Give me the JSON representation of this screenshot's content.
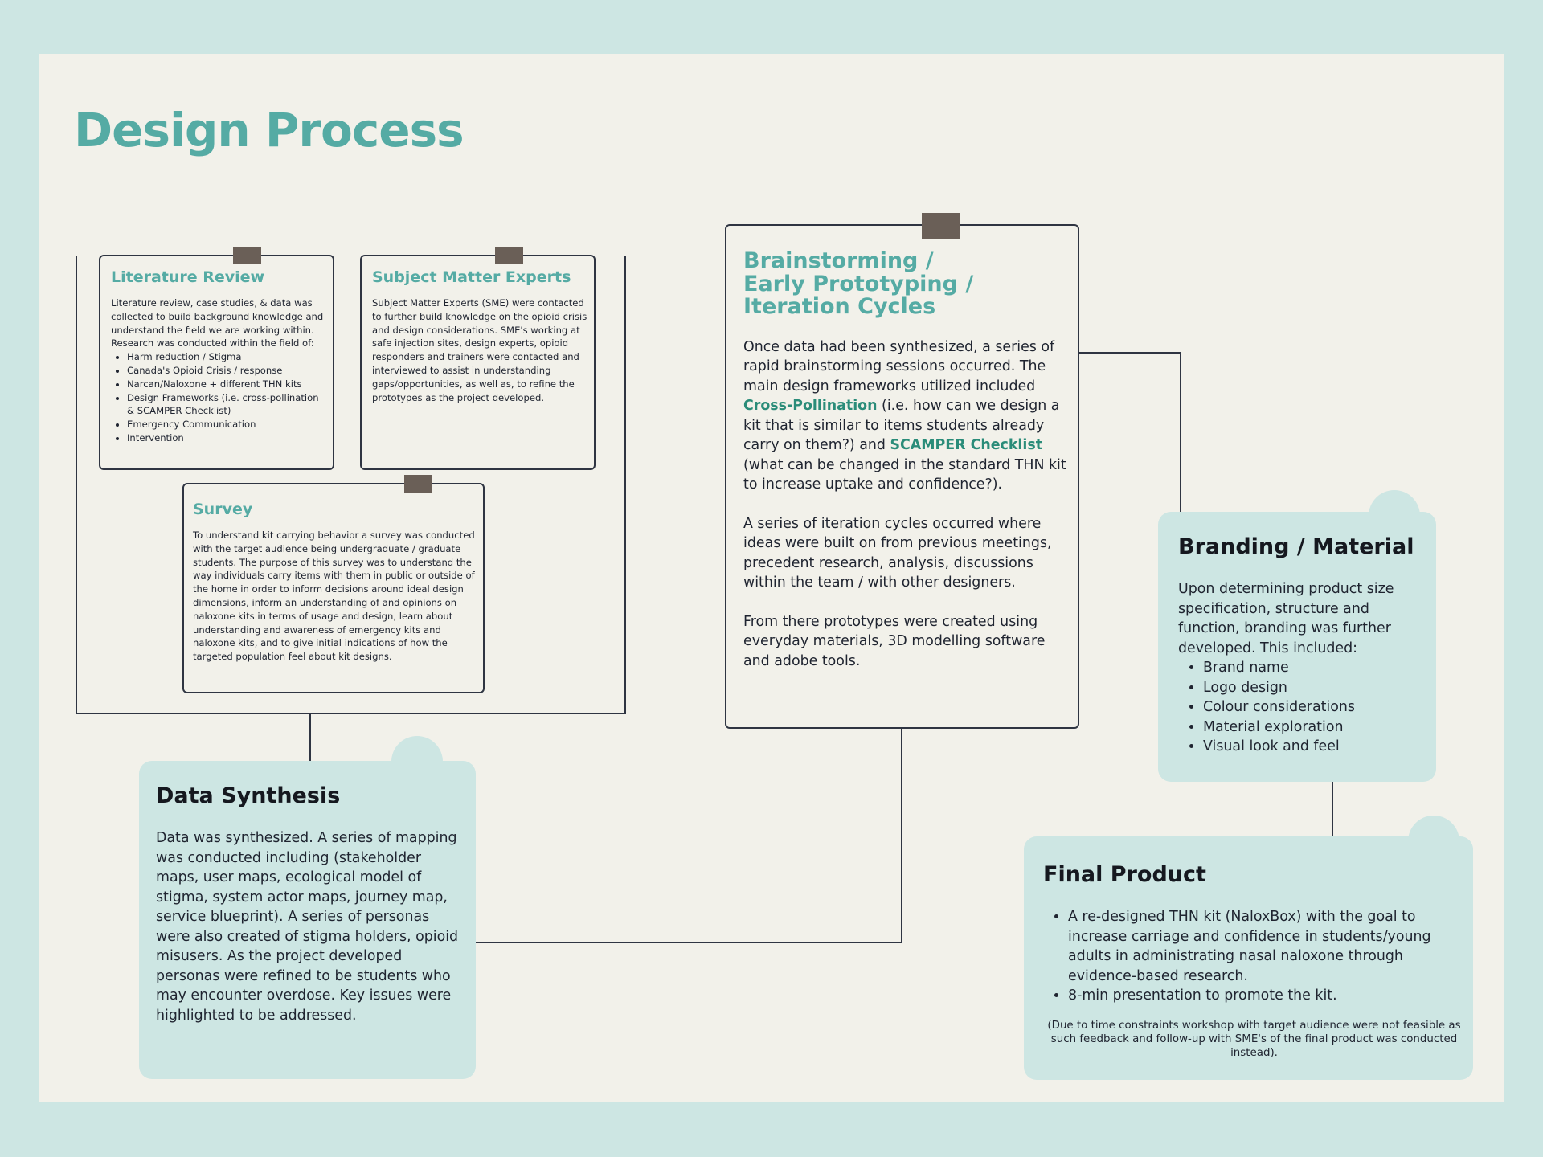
{
  "page_title": "Design Process",
  "literature_review": {
    "title": "Literature Review",
    "text": "Literature review, case studies, & data was collected to build background knowledge and understand the field we are working within. Research was conducted within the field of:",
    "items": [
      "Harm reduction / Stigma",
      "Canada's Opioid Crisis / response",
      "Narcan/Naloxone + different THN kits",
      "Design Frameworks (i.e. cross-pollination & SCAMPER Checklist)",
      "Emergency Communication",
      "Intervention"
    ]
  },
  "subject_matter_experts": {
    "title": "Subject Matter Experts",
    "text": "Subject Matter Experts (SME) were contacted to further build knowledge on the opioid crisis and design considerations. SME's working at safe injection sites, design experts, opioid responders and trainers were contacted and interviewed to assist in understanding gaps/opportunities, as well as, to refine the prototypes as the project developed."
  },
  "survey": {
    "title": "Survey",
    "text": "To understand kit carrying behavior a survey was conducted with the target audience being undergraduate / graduate students. The purpose of this survey was to understand the way individuals carry items with them in public or outside of the home in order to inform decisions around ideal design dimensions, inform an understanding of and opinions on naloxone kits in terms of usage and design, learn about understanding and awareness of emergency kits and naloxone kits, and to give initial indications of how the targeted population feel about kit designs."
  },
  "brainstorming": {
    "title_line1": "Brainstorming /",
    "title_line2": "Early Prototyping /",
    "title_line3": "Iteration Cycles",
    "p1_a": "Once data had been synthesized, a series of rapid brainstorming sessions occurred. The main design frameworks utilized included ",
    "p1_hl1": "Cross-Pollination",
    "p1_b": " (i.e. how can we design a kit that is similar to items students already carry on them?) and ",
    "p1_hl2": "SCAMPER Checklist",
    "p1_c": " (what can be changed in the standard THN kit to increase uptake and confidence?).",
    "p2": "A series of iteration cycles occurred where ideas were built on from previous meetings, precedent research, analysis, discussions within the team / with other designers.",
    "p3": "From there prototypes were created using everyday materials, 3D modelling software and adobe tools."
  },
  "data_synthesis": {
    "title": "Data Synthesis",
    "text": "Data was synthesized. A series of mapping was conducted including (stakeholder maps, user maps, ecological model of stigma, system actor maps, journey map, service blueprint). A series of personas were also created of stigma holders, opioid misusers. As the project developed personas were refined to be students who may encounter overdose. Key issues were highlighted to be addressed."
  },
  "branding": {
    "title": "Branding / Material",
    "text": "Upon determining product size specification, structure and function, branding was further developed. This included:",
    "items": [
      "Brand name",
      "Logo design",
      "Colour considerations",
      "Material exploration",
      "Visual look and feel"
    ]
  },
  "final_product": {
    "title": "Final Product",
    "items": [
      "A re-designed THN kit (NaloxBox) with the goal to increase carriage and confidence in students/young adults in administrating nasal naloxone through evidence-based research.",
      "8-min presentation to promote the kit."
    ],
    "note": "(Due to time constraints workshop with target audience were not feasible as such feedback and follow-up with SME's of the final product was conducted instead)."
  }
}
